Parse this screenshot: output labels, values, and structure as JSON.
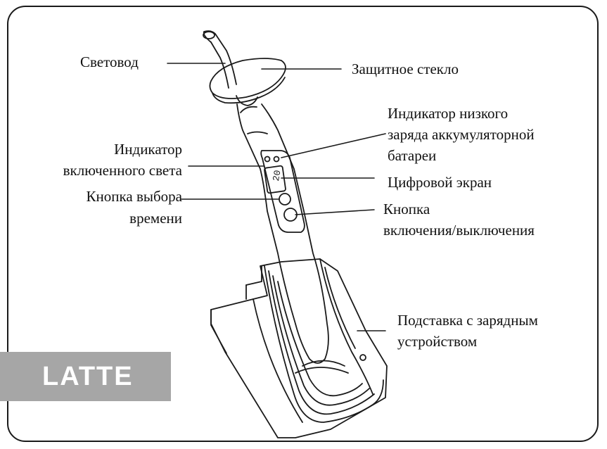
{
  "brand": "LATTE",
  "labels": {
    "light_guide": "Световод",
    "protective_glass": "Защитное стекло",
    "low_battery_1": "Индикатор низкого",
    "low_battery_2": "заряда аккумуляторной",
    "low_battery_3": "батареи",
    "light_on_1": "Индикатор",
    "light_on_2": "включенного света",
    "digital_screen": "Цифровой экран",
    "time_button_1": "Кнопка выбора",
    "time_button_2": "времени",
    "power_button_1": "Кнопка",
    "power_button_2": "включения/выключения",
    "charging_stand_1": "Подставка с зарядным",
    "charging_stand_2": "устройством"
  },
  "display_readout": "20"
}
